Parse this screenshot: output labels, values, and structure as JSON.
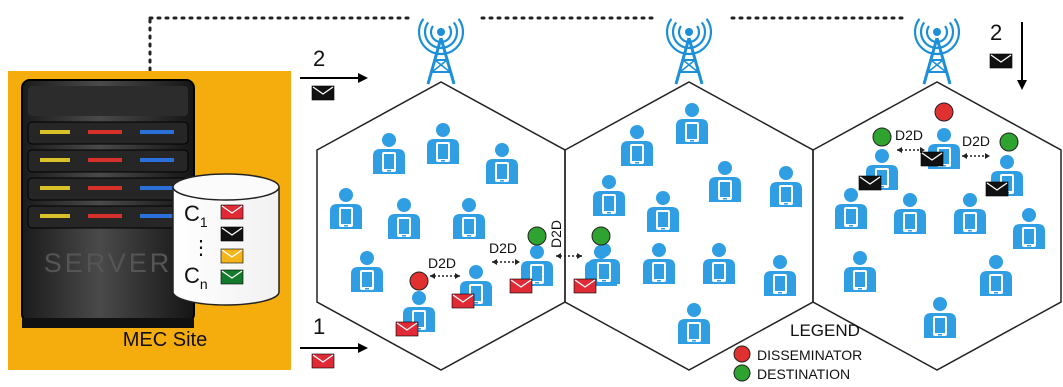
{
  "mec_site": {
    "label": "MEC Site",
    "server_text": "SERVER",
    "cache_first": "C",
    "cache_first_sub": "1",
    "cache_last": "C",
    "cache_last_sub": "n",
    "cache_dots": "⋮"
  },
  "arrows": {
    "bottom_label": "1",
    "top_label": "2",
    "right_label": "2"
  },
  "d2d_label": "D2D",
  "legend": {
    "title": "LEGEND",
    "items": [
      {
        "label": "DISSEMINATOR",
        "color": "#e03030"
      },
      {
        "label": "DESTINATION",
        "color": "#2fa32f"
      }
    ]
  },
  "colors": {
    "mec_background": "#f5ad0e",
    "user": "#2f9ee3",
    "message_red": "#e02a35",
    "message_black": "#111111",
    "message_yellow": "#f3b51a",
    "message_green": "#137a2c"
  }
}
